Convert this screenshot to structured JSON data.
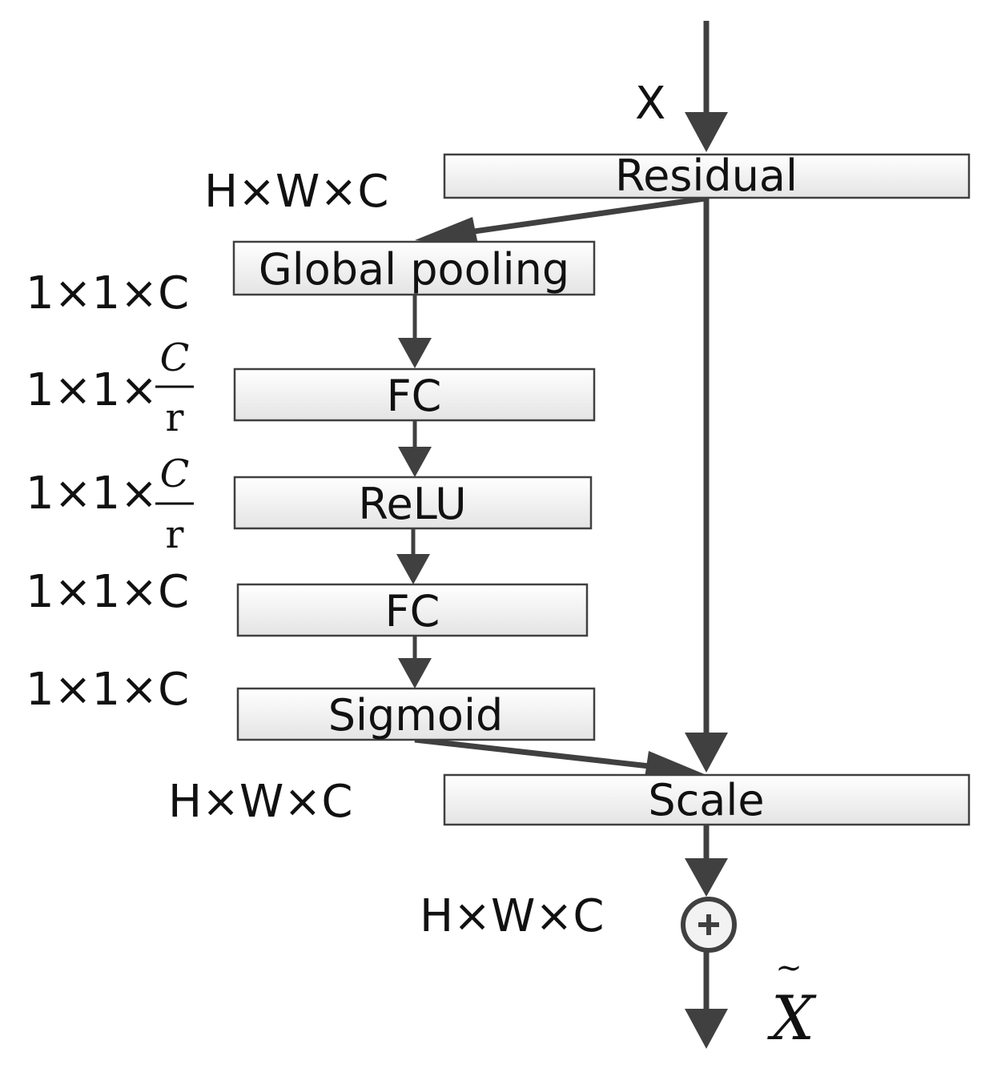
{
  "input": {
    "label": "X"
  },
  "output": {
    "label": "X",
    "tilde": "~"
  },
  "boxes": {
    "residual": "Residual",
    "global_pooling": "Global pooling",
    "fc1": "FC",
    "relu": "ReLU",
    "fc2": "FC",
    "sigmoid": "Sigmoid",
    "scale": "Scale"
  },
  "dims": {
    "residual_out": "H×W×C",
    "pooling_out": "1×1×C",
    "fc1_out": {
      "prefix": "1×1×",
      "numerator": "C",
      "denominator": "r"
    },
    "relu_out": {
      "prefix": "1×1×",
      "numerator": "C",
      "denominator": "r"
    },
    "fc2_out": "1×1×C",
    "sigmoid_out": "1×1×C",
    "scale_in": "H×W×C",
    "sum_in": "H×W×C"
  },
  "colors": {
    "stroke": "#404040",
    "box_top": "#ffffff",
    "box_bottom": "#e4e4e4"
  }
}
